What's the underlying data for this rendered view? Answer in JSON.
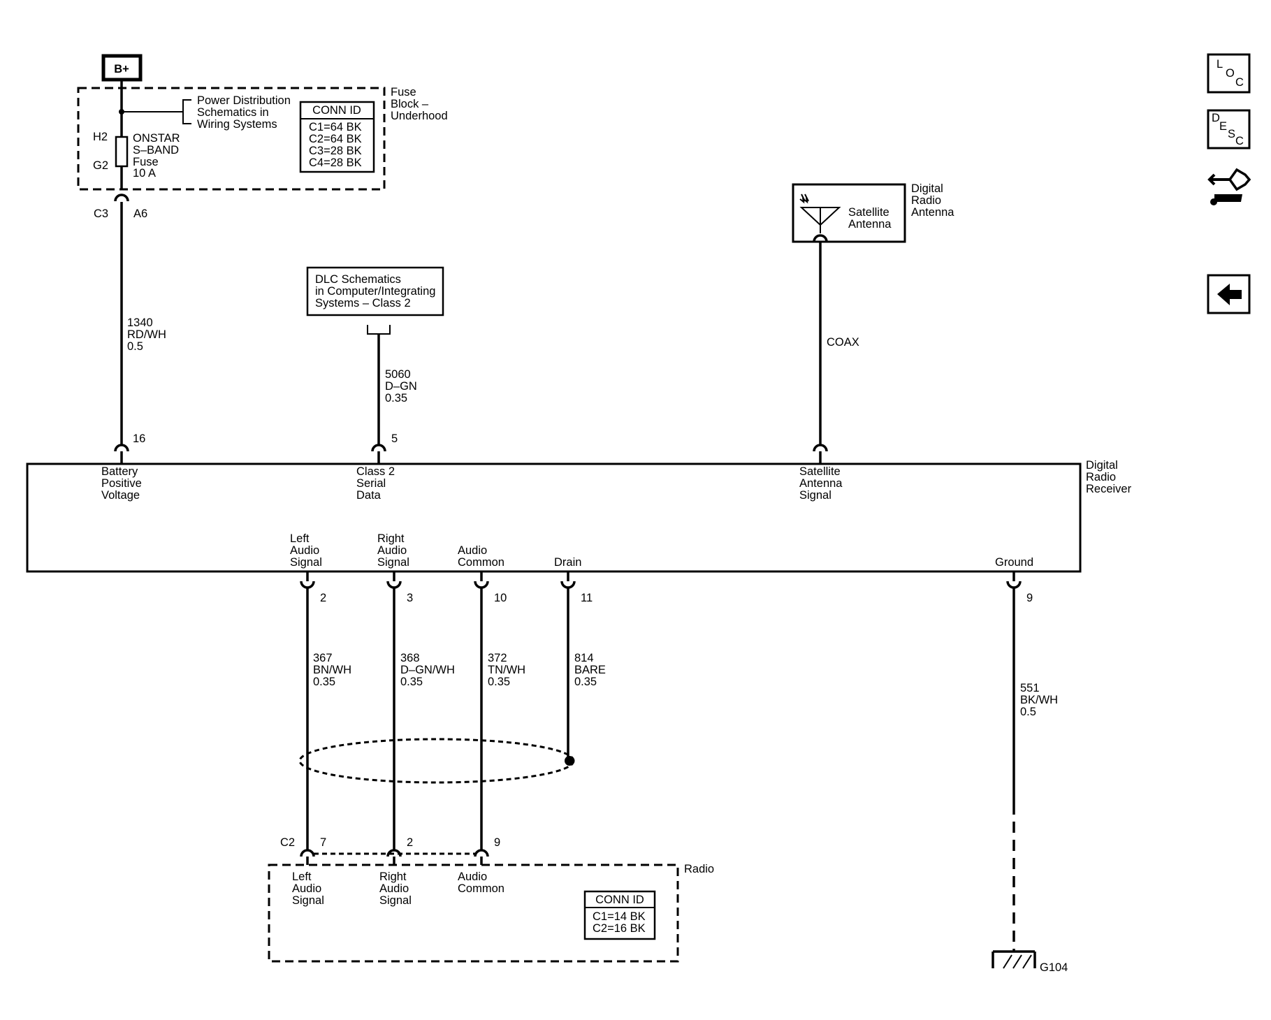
{
  "supply": {
    "label": "B+"
  },
  "fuse_block": {
    "name_lines": [
      "Fuse",
      "Block –",
      "Underhood"
    ],
    "pd_ref_lines": [
      "Power Distribution",
      "Schematics in",
      "Wiring Systems"
    ],
    "fuse_pin_top": "H2",
    "fuse_pin_bottom": "G2",
    "fuse_lines": [
      "ONSTAR",
      "S–BAND",
      "Fuse",
      "10 A"
    ],
    "conn_id_title": "CONN ID",
    "conn_ids": [
      "C1=64 BK",
      "C2=64 BK",
      "C3=28 BK",
      "C4=28 BK"
    ],
    "connector": "C3",
    "connector_pin": "A6"
  },
  "wires": {
    "battery": [
      "1340",
      "RD/WH",
      "0.5"
    ],
    "class2": [
      "5060",
      "D–GN",
      "0.35"
    ],
    "coax": "COAX",
    "left_audio": [
      "367",
      "BN/WH",
      "0.35"
    ],
    "right_audio": [
      "368",
      "D–GN/WH",
      "0.35"
    ],
    "audio_common": [
      "372",
      "TN/WH",
      "0.35"
    ],
    "drain": [
      "814",
      "BARE",
      "0.35"
    ],
    "ground": [
      "551",
      "BK/WH",
      "0.5"
    ]
  },
  "dlc_ref_lines": [
    "DLC Schematics",
    "in Computer/Integrating",
    "Systems – Class 2"
  ],
  "antenna": {
    "name_lines": [
      "Digital",
      "Radio",
      "Antenna"
    ],
    "inner_lines": [
      "Satellite",
      "Antenna"
    ]
  },
  "receiver": {
    "name_lines": [
      "Digital",
      "Radio",
      "Receiver"
    ],
    "pins": {
      "battery": "16",
      "class2": "5",
      "left": "2",
      "right": "3",
      "common": "10",
      "drain": "11",
      "ground": "9"
    },
    "labels": {
      "battery": [
        "Battery",
        "Positive",
        "Voltage"
      ],
      "class2": [
        "Class 2",
        "Serial",
        "Data"
      ],
      "satellite": [
        "Satellite",
        "Antenna",
        "Signal"
      ],
      "left": [
        "Left",
        "Audio",
        "Signal"
      ],
      "right": [
        "Right",
        "Audio",
        "Signal"
      ],
      "common": [
        "Audio",
        "Common"
      ],
      "drain": [
        "Drain"
      ],
      "ground": [
        "Ground"
      ]
    }
  },
  "radio": {
    "name": "Radio",
    "connector": "C2",
    "pins": {
      "left": "7",
      "right": "2",
      "common": "9"
    },
    "labels": {
      "left": [
        "Left",
        "Audio",
        "Signal"
      ],
      "right": [
        "Right",
        "Audio",
        "Signal"
      ],
      "common": [
        "Audio",
        "Common"
      ]
    },
    "conn_id_title": "CONN ID",
    "conn_ids": [
      "C1=14 BK",
      "C2=16 BK"
    ]
  },
  "ground_point": "G104",
  "nav": {
    "loc": [
      "L",
      "O",
      "C"
    ],
    "desc": [
      "D",
      "E",
      "S",
      "C"
    ]
  }
}
